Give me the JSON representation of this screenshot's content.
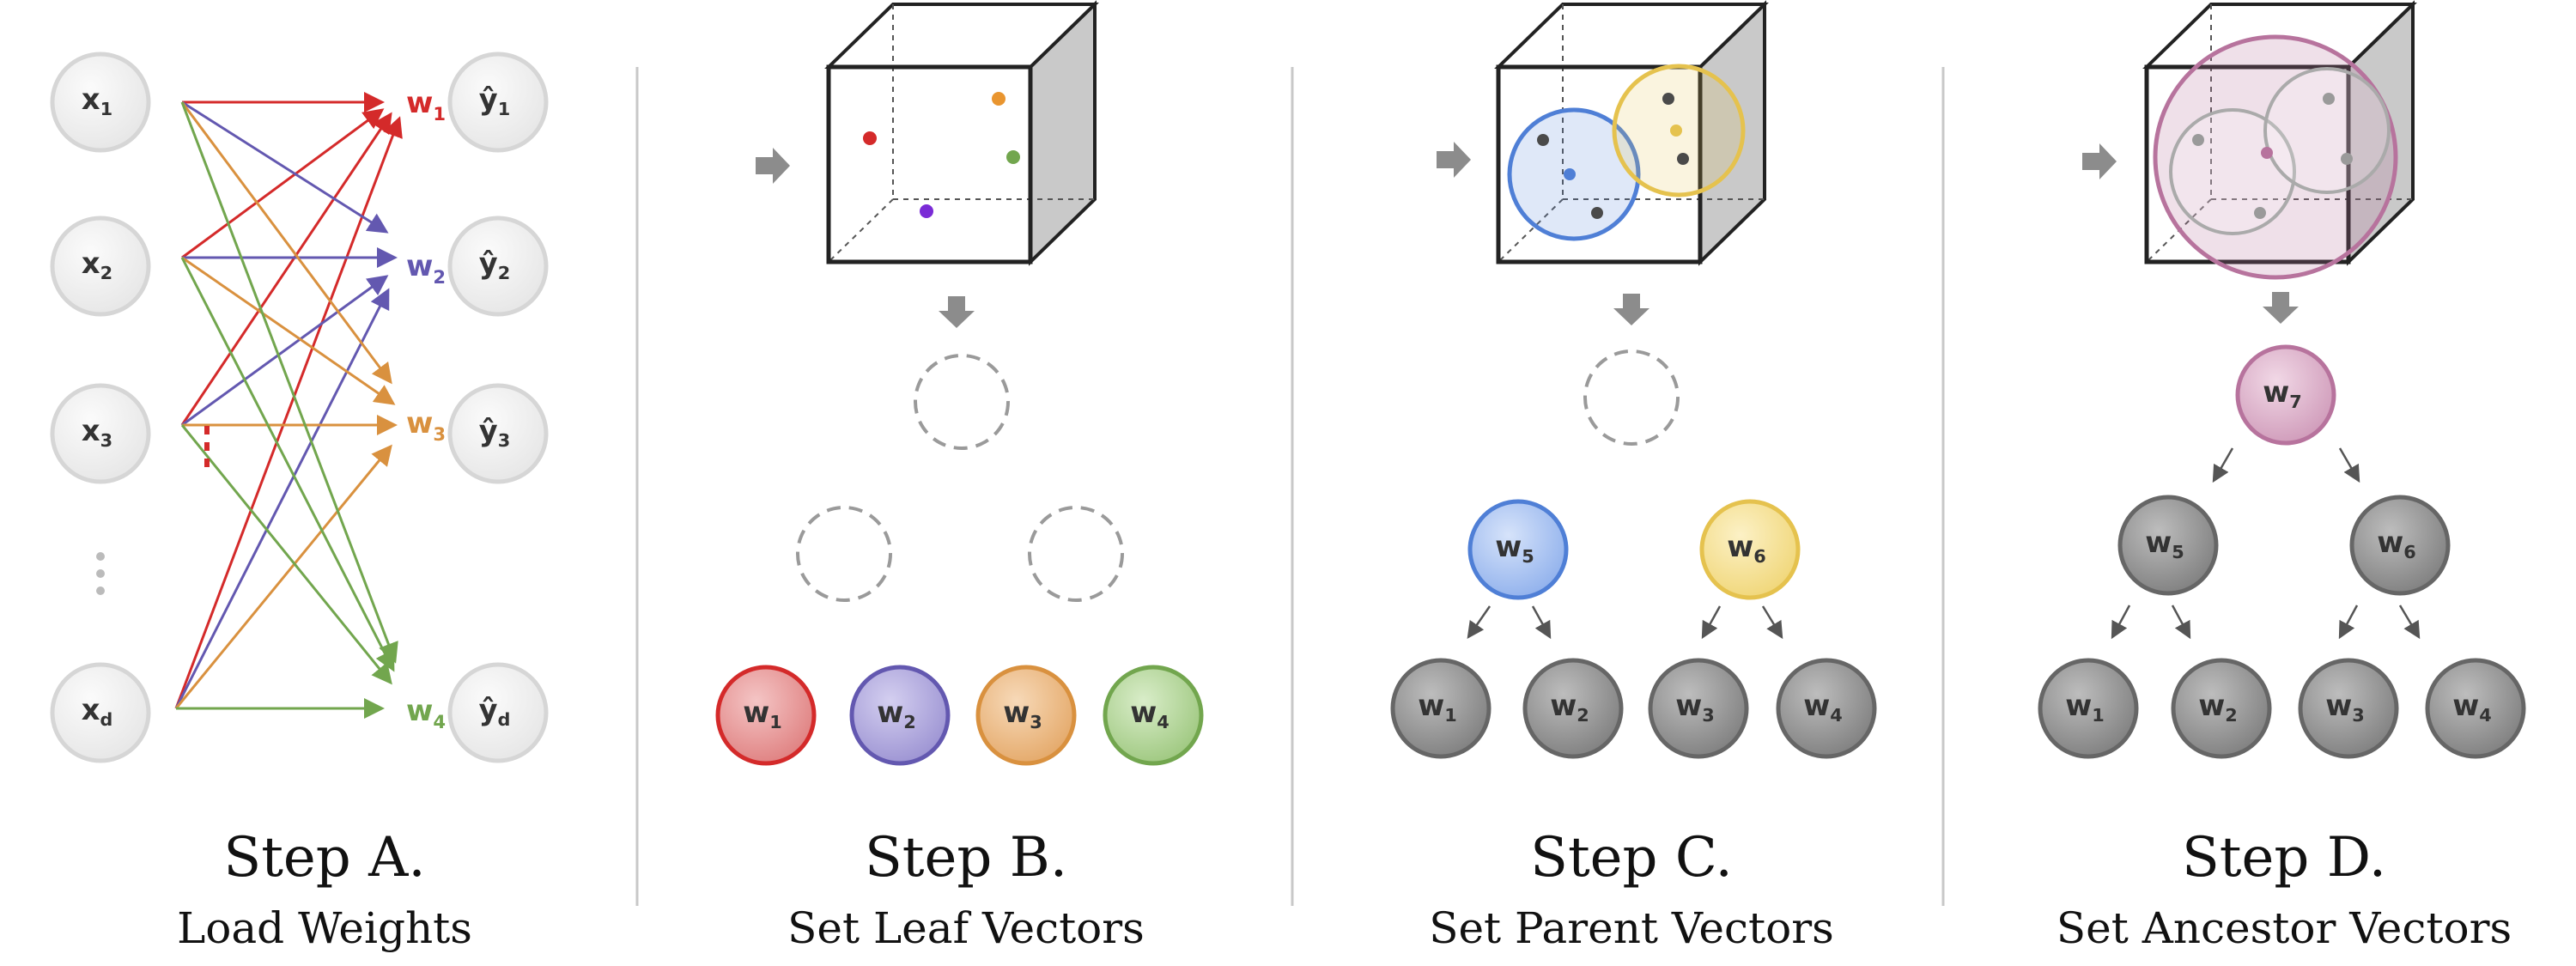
{
  "colors": {
    "red": "#d42a2a",
    "purple": "#6358b0",
    "orange": "#d9913f",
    "green": "#72a64e",
    "pink": "#b7739d",
    "blue": "#4f7fd6",
    "yellow": "#e5c24e",
    "gray_node": "#8e8e8e",
    "input_node": "#eeeeee",
    "divider": "#c8c8c8"
  },
  "icons": [
    "right-arrow-icon",
    "down-arrow-icon",
    "cube-icon",
    "ellipsis-icon"
  ],
  "panels": [
    {
      "step": "Step A.",
      "subtitle": "Load Weights"
    },
    {
      "step": "Step B.",
      "subtitle": "Set Leaf Vectors"
    },
    {
      "step": "Step C.",
      "subtitle": "Set Parent Vectors"
    },
    {
      "step": "Step D.",
      "subtitle": "Set Ancestor Vectors"
    }
  ],
  "step_a": {
    "inputs": [
      {
        "base": "x",
        "sub": "1"
      },
      {
        "base": "x",
        "sub": "2"
      },
      {
        "base": "x",
        "sub": "3"
      },
      {
        "base": "x",
        "sub": "d"
      }
    ],
    "outputs": [
      {
        "base": "ŷ",
        "sub": "1"
      },
      {
        "base": "ŷ",
        "sub": "2"
      },
      {
        "base": "ŷ",
        "sub": "3"
      },
      {
        "base": "ŷ",
        "sub": "d"
      }
    ],
    "weights": [
      {
        "base": "w",
        "sub": "1"
      },
      {
        "base": "w",
        "sub": "2"
      },
      {
        "base": "w",
        "sub": "3"
      },
      {
        "base": "w",
        "sub": "4"
      }
    ]
  },
  "step_b": {
    "leaves": [
      {
        "base": "w",
        "sub": "1"
      },
      {
        "base": "w",
        "sub": "2"
      },
      {
        "base": "w",
        "sub": "3"
      },
      {
        "base": "w",
        "sub": "4"
      }
    ]
  },
  "step_c": {
    "parents": [
      {
        "base": "w",
        "sub": "5"
      },
      {
        "base": "w",
        "sub": "6"
      }
    ],
    "leaves": [
      {
        "base": "w",
        "sub": "1"
      },
      {
        "base": "w",
        "sub": "2"
      },
      {
        "base": "w",
        "sub": "3"
      },
      {
        "base": "w",
        "sub": "4"
      }
    ]
  },
  "step_d": {
    "root": {
      "base": "w",
      "sub": "7"
    },
    "parents": [
      {
        "base": "w",
        "sub": "5"
      },
      {
        "base": "w",
        "sub": "6"
      }
    ],
    "leaves": [
      {
        "base": "w",
        "sub": "1"
      },
      {
        "base": "w",
        "sub": "2"
      },
      {
        "base": "w",
        "sub": "3"
      },
      {
        "base": "w",
        "sub": "4"
      }
    ]
  }
}
